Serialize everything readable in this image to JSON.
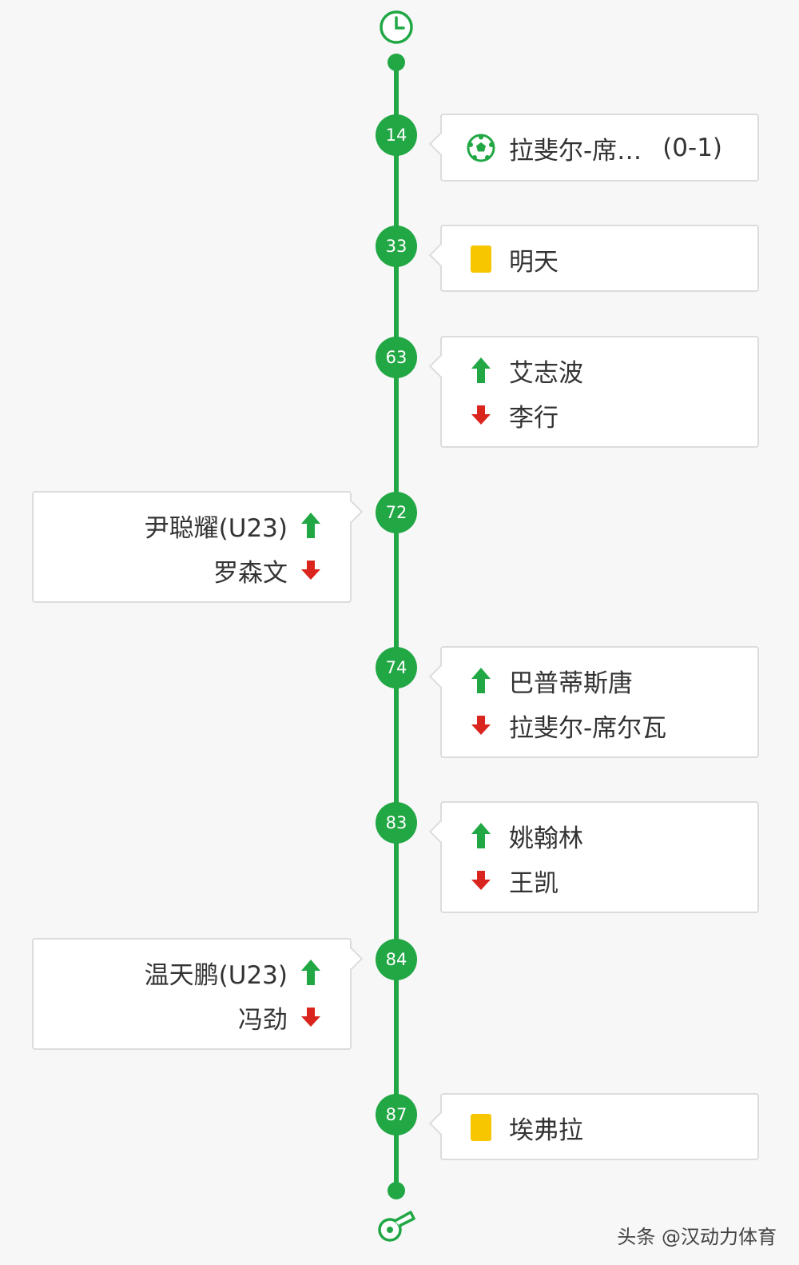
{
  "colors": {
    "accent_green": "#22a745",
    "sub_in": "#22a745",
    "sub_out": "#d9251d",
    "yellow_card": "#f7c600",
    "card_border": "#dcdcdc"
  },
  "start_icon": "clock-icon",
  "end_icon": "whistle-icon",
  "events": [
    {
      "minute": "14",
      "kind": "goal",
      "icon": "soccer-ball-icon",
      "player": "拉斐尔-席…",
      "score": "(0-1)"
    },
    {
      "minute": "33",
      "kind": "yellow",
      "icon": "yellow-card-icon",
      "player": "明天"
    },
    {
      "minute": "63",
      "kind": "sub",
      "player_in": "艾志波",
      "player_out": "李行"
    },
    {
      "minute": "72",
      "kind": "sub",
      "player_in": "尹聪耀(U23)",
      "player_out": "罗森文"
    },
    {
      "minute": "74",
      "kind": "sub",
      "player_in": "巴普蒂斯唐",
      "player_out": "拉斐尔-席尔瓦"
    },
    {
      "minute": "83",
      "kind": "sub",
      "player_in": "姚翰林",
      "player_out": "王凯"
    },
    {
      "minute": "84",
      "kind": "sub",
      "player_in": "温天鹏(U23)",
      "player_out": "冯劲"
    },
    {
      "minute": "87",
      "kind": "yellow",
      "icon": "yellow-card-icon",
      "player": "埃弗拉"
    }
  ],
  "watermark": "头条 @汉动力体育"
}
